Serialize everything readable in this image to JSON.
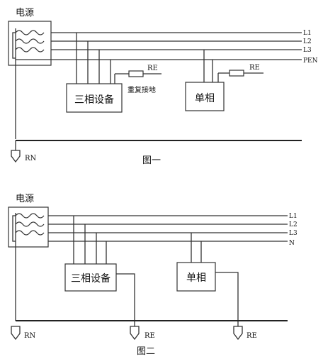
{
  "diagram1": {
    "source_label": "电源",
    "lines": [
      "L1",
      "L2",
      "L3",
      "PEN"
    ],
    "three_phase_label": "三相设备",
    "single_phase_label": "单相",
    "re_label_1": "RE",
    "re_label_2": "RE",
    "repeat_ground_label": "重复接地",
    "rn_label": "RN",
    "caption": "图一"
  },
  "diagram2": {
    "source_label": "电源",
    "lines": [
      "L1",
      "L2",
      "L3",
      "N"
    ],
    "three_phase_label": "三相设备",
    "single_phase_label": "单相",
    "rn_label": "RN",
    "re_label_1": "RE",
    "re_label_2": "RE",
    "caption": "图二"
  }
}
